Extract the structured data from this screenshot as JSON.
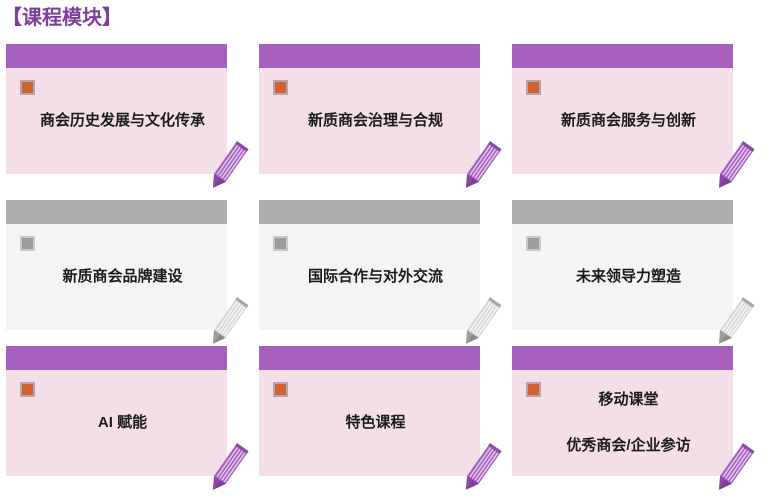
{
  "page": {
    "title": "【课程模块】",
    "title_color": "#7d3f98",
    "background": "#ffffff"
  },
  "theme": {
    "purple": {
      "header": "#a661bf",
      "body": "#f4dfe8",
      "bullet": "#d2632e",
      "pencil": "#a661bf"
    },
    "gray": {
      "header": "#adadad",
      "body": "#f4f4f4",
      "bullet": "#9d9d9d",
      "pencil": "#c9c9c9"
    }
  },
  "modules": [
    {
      "id": "module-1",
      "theme": "purple",
      "bullet_icon": "orange-square-bullet",
      "pencil_icon": "pencil-icon",
      "line1": "商会历史发展与文化传承",
      "line2": ""
    },
    {
      "id": "module-2",
      "theme": "purple",
      "bullet_icon": "orange-square-bullet",
      "pencil_icon": "pencil-icon",
      "line1": "新质商会治理与合规",
      "line2": ""
    },
    {
      "id": "module-3",
      "theme": "purple",
      "bullet_icon": "orange-square-bullet",
      "pencil_icon": "pencil-icon",
      "line1": "新质商会服务与创新",
      "line2": ""
    },
    {
      "id": "module-4",
      "theme": "gray",
      "bullet_icon": "gray-square-bullet",
      "pencil_icon": "pencil-icon",
      "line1": "新质商会品牌建设",
      "line2": ""
    },
    {
      "id": "module-5",
      "theme": "gray",
      "bullet_icon": "gray-square-bullet",
      "pencil_icon": "pencil-icon",
      "line1": "国际合作与对外交流",
      "line2": ""
    },
    {
      "id": "module-6",
      "theme": "gray",
      "bullet_icon": "gray-square-bullet",
      "pencil_icon": "pencil-icon",
      "line1": "未来领导力塑造",
      "line2": ""
    },
    {
      "id": "module-7",
      "theme": "purple",
      "bullet_icon": "orange-square-bullet",
      "pencil_icon": "pencil-icon",
      "line1": "AI 赋能",
      "line2": ""
    },
    {
      "id": "module-8",
      "theme": "purple",
      "bullet_icon": "orange-square-bullet",
      "pencil_icon": "pencil-icon",
      "line1": "特色课程",
      "line2": ""
    },
    {
      "id": "module-9",
      "theme": "purple",
      "bullet_icon": "orange-square-bullet",
      "pencil_icon": "pencil-icon",
      "line1": "移动课堂",
      "line2": "优秀商会/企业参访"
    }
  ]
}
